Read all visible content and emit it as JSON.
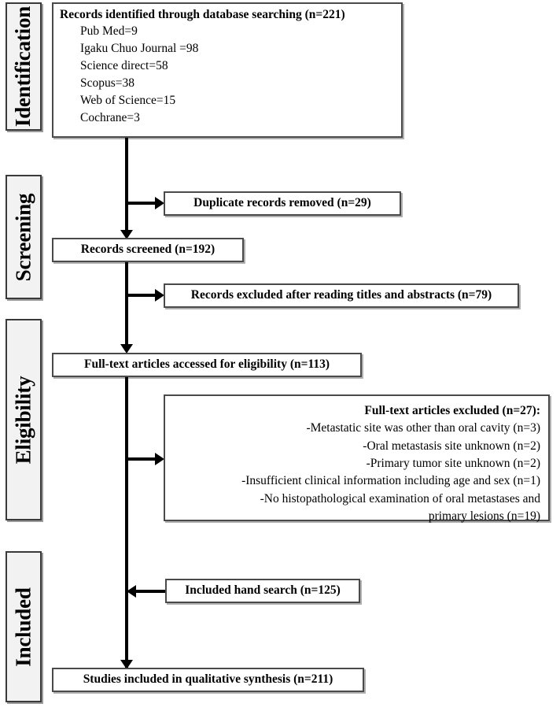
{
  "stages": [
    {
      "label": "Identification"
    },
    {
      "label": "Screening"
    },
    {
      "label": "Eligibility"
    },
    {
      "label": "Included"
    }
  ],
  "boxes": {
    "identified": {
      "title": "Records identified through database searching (n=221)",
      "sources": [
        "Pub Med=9",
        "Igaku Chuo Journal =98",
        "Science direct=58",
        "Scopus=38",
        "Web of Science=15",
        "Cochrane=3"
      ]
    },
    "duplicates_removed": {
      "text": "Duplicate records removed (n=29)"
    },
    "records_screened": {
      "text": "Records screened (n=192)"
    },
    "records_excluded": {
      "text": "Records excluded after reading titles and abstracts (n=79)"
    },
    "fulltext_assessed": {
      "text": "Full-text articles accessed for eligibility (n=113)"
    },
    "fulltext_excluded": {
      "header": "Full-text articles excluded (n=27):",
      "reasons": [
        "-Metastatic site was other than oral cavity (n=3)",
        "-Oral metastasis site unknown (n=2)",
        "-Primary tumor site unknown (n=2)",
        "-Insufficient clinical information including age and sex (n=1)",
        "-No histopathological examination of oral metastases and",
        "primary lesions (n=19)"
      ]
    },
    "hand_search": {
      "text": "Included hand search (n=125)"
    },
    "qualitative_synthesis": {
      "text": "Studies included in qualitative synthesis (n=211)"
    }
  },
  "colors": {
    "box_border": "#4a4a4a",
    "stage_fill": "#f2f2f2",
    "stage_border": "#3a3a3a",
    "connector": "#000000",
    "text": "#000000"
  }
}
